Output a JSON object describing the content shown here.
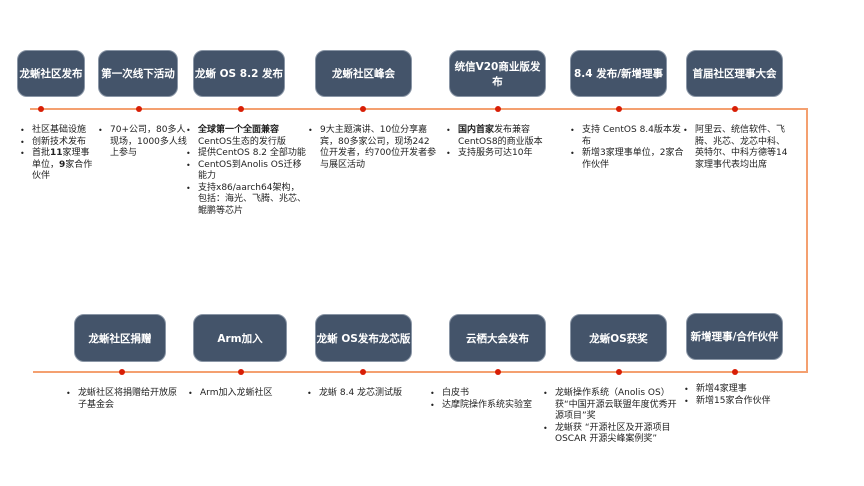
{
  "colors": {
    "box": "#44546a",
    "line": "#f4a070",
    "dot": "#d81e06"
  },
  "top": [
    {
      "title": "龙蜥社区发布",
      "items": [
        [
          {
            "t": "社区基础设施"
          }
        ],
        [
          {
            "t": "创新技术发布"
          }
        ],
        [
          {
            "t": "首批"
          },
          {
            "t": "11",
            "b": true
          },
          {
            "t": "家理事单位，"
          },
          {
            "t": "9",
            "b": true
          },
          {
            "t": "家合作伙伴"
          }
        ]
      ]
    },
    {
      "title": "第一次线下活动",
      "items": [
        [
          {
            "t": "70+公司，80多人现场，1000多人线上参与"
          }
        ]
      ]
    },
    {
      "title": "龙蜥 OS 8.2 发布",
      "items": [
        [
          {
            "t": "全球第一个全面兼容",
            "b": true
          },
          {
            "t": "CentOS生态的发行版"
          }
        ],
        [
          {
            "t": "提供CentOS 8.2 全部功能"
          }
        ],
        [
          {
            "t": "CentOS到Anolis OS迁移能力"
          }
        ],
        [
          {
            "t": "支持x86/aarch64架构，包括：海光、飞腾、兆芯、鲲鹏等芯片"
          }
        ]
      ]
    },
    {
      "title": "龙蜥社区峰会",
      "items": [
        [
          {
            "t": "9大主题演讲、10位分享嘉宾，80多家公司，现场242位开发者，约700位开发者参与展区活动"
          }
        ]
      ]
    },
    {
      "title": "统信V20商业版发布",
      "items": [
        [
          {
            "t": "国内首家",
            "b": true
          },
          {
            "t": "发布兼容CentOS8的商业版本"
          }
        ],
        [
          {
            "t": "支持服务可达10年"
          }
        ]
      ]
    },
    {
      "title": "8.4 发布/新增理事",
      "items": [
        [
          {
            "t": "支持 CentOS 8.4版本发布"
          }
        ],
        [
          {
            "t": "新增3家理事单位，2家合作伙伴"
          }
        ]
      ]
    },
    {
      "title": "首届社区理事大会",
      "items": [
        [
          {
            "t": "阿里云、统信软件、飞腾、兆芯、龙芯中科、英特尔、中科方德等14家理事代表均出席"
          }
        ]
      ]
    }
  ],
  "bottom": [
    {
      "title": "龙蜥社区捐赠",
      "items": [
        [
          {
            "t": "龙蜥社区将捐赠给开放原子基金会"
          }
        ]
      ]
    },
    {
      "title": "Arm加入",
      "items": [
        [
          {
            "t": "Arm加入龙蜥社区"
          }
        ]
      ]
    },
    {
      "title": "龙蜥 OS发布龙芯版",
      "items": [
        [
          {
            "t": "龙蜥 8.4 龙芯测试版"
          }
        ]
      ]
    },
    {
      "title": "云栖大会发布",
      "items": [
        [
          {
            "t": "白皮书"
          }
        ],
        [
          {
            "t": "达摩院操作系统实验室"
          }
        ]
      ]
    },
    {
      "title": "龙蜥OS获奖",
      "items": [
        [
          {
            "t": "龙蜥操作系统（Anolis OS）获“中国开源云联盟年度优秀开源项目”奖"
          }
        ],
        [
          {
            "t": "龙蜥获 “开源社区及开源项目OSCAR 开源尖峰案例奖”"
          }
        ]
      ]
    },
    {
      "title": "新增理事/合作伙伴",
      "items": [
        [
          {
            "t": "新增4家理事"
          }
        ],
        [
          {
            "t": "新增15家合作伙伴"
          }
        ]
      ]
    }
  ]
}
